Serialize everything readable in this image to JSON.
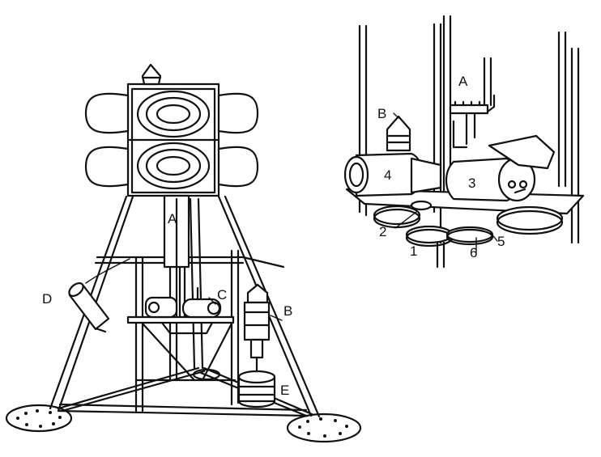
{
  "left_figure": {
    "labels": {
      "a": "A",
      "b": "B",
      "c": "C",
      "d": "D",
      "e": "E"
    }
  },
  "right_figure": {
    "labels": {
      "a": "A",
      "b": "B",
      "n1": "1",
      "n2": "2",
      "n3": "3",
      "n4": "4",
      "n5": "5",
      "n6": "6"
    }
  }
}
